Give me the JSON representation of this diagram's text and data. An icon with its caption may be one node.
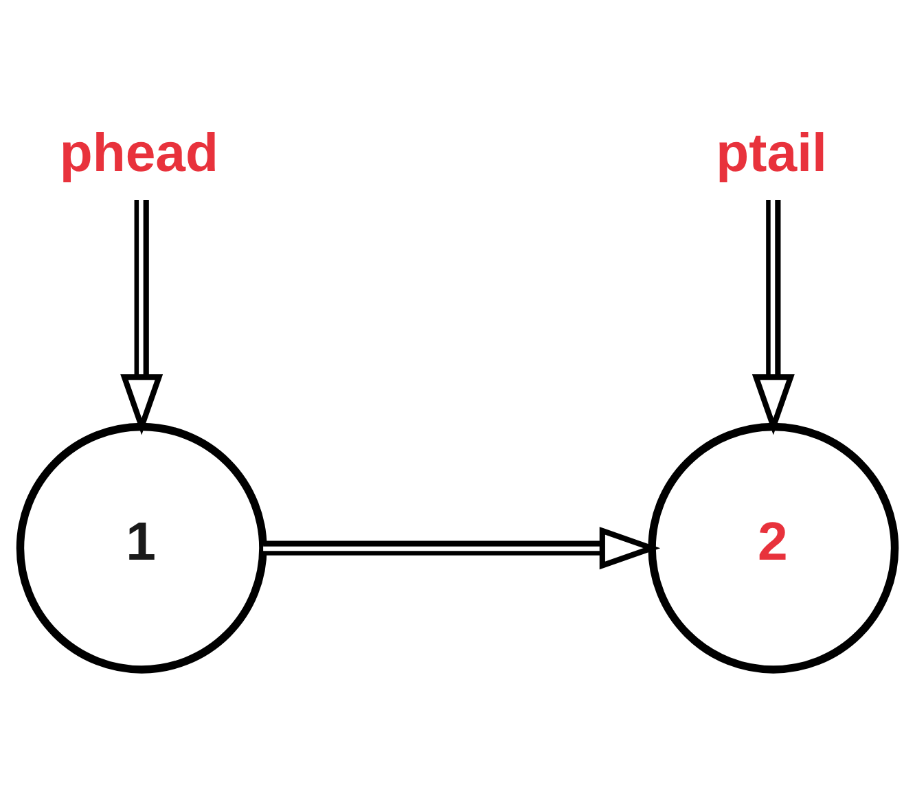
{
  "diagram": {
    "nodes": [
      {
        "text": [
          "phead"
        ]
      },
      {
        "text": [
          "ptail"
        ]
      },
      {
        "text": [
          "1"
        ]
      },
      {
        "text": [
          "2"
        ]
      }
    ],
    "edges": [
      {
        "from": 0,
        "to": 2,
        "arrow": "to"
      },
      {
        "from": 1,
        "to": 3,
        "arrow": "to"
      },
      {
        "from": 2,
        "to": 3,
        "arrow": "to"
      }
    ]
  }
}
